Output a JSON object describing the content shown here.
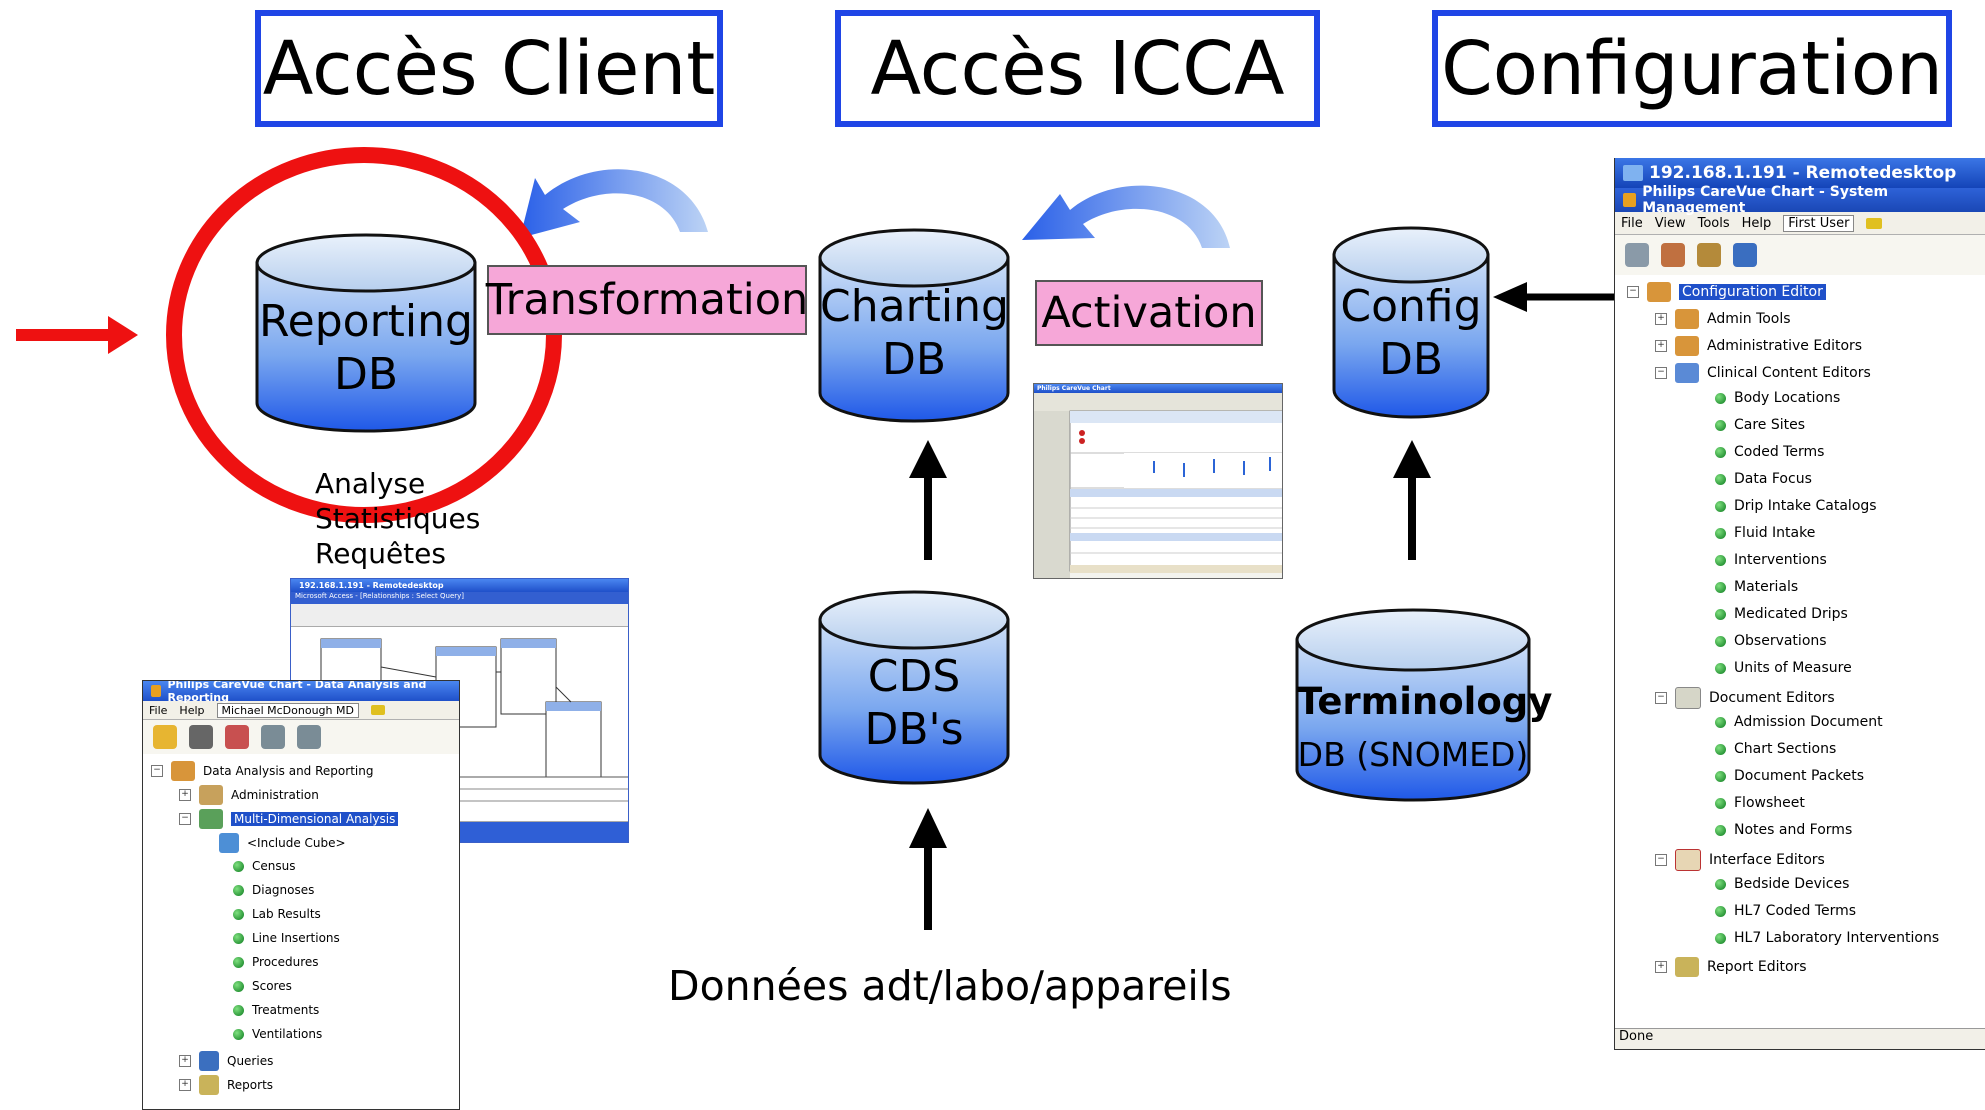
{
  "headers": {
    "client": "Accès Client",
    "icca": "Accès ICCA",
    "configuration": "Configuration"
  },
  "databases": {
    "reporting": {
      "line1": "Reporting",
      "line2": "DB"
    },
    "charting": {
      "line1": "Charting",
      "line2": "DB"
    },
    "config": {
      "line1": "Config",
      "line2": "DB"
    },
    "cds": {
      "line1": "CDS",
      "line2": "DB's"
    },
    "terminology": {
      "line1": "Terminology",
      "line2": "DB (SNOMED)"
    }
  },
  "processes": {
    "transformation": "Transformation",
    "activation": "Activation"
  },
  "reporting_uses": [
    "Analyse",
    "Statistiques",
    "Requêtes"
  ],
  "data_sources": "Données adt/labo/appareils",
  "colors": {
    "header_border": "#1f45e6",
    "process_fill": "#f6a7d8",
    "highlight_circle": "#ee1111",
    "cylinder_top": "#bfd5f3",
    "cylinder_bottom": "#1f58e8"
  },
  "config_window": {
    "remote_title": "192.168.1.191 - Remotedesktop",
    "app_title": "Philips CareVue Chart - System Management",
    "menu": [
      "File",
      "View",
      "Tools",
      "Help"
    ],
    "user": "First User",
    "root": "Configuration Editor",
    "groups": [
      {
        "label": "Admin Tools"
      },
      {
        "label": "Administrative Editors"
      },
      {
        "label": "Clinical Content Editors"
      }
    ],
    "clinical_items": [
      "Body Locations",
      "Care Sites",
      "Coded Terms",
      "Data Focus",
      "Drip Intake Catalogs",
      "Fluid Intake",
      "Interventions",
      "Materials",
      "Medicated Drips",
      "Observations",
      "Units of Measure"
    ],
    "document_group": "Document Editors",
    "document_items": [
      "Admission Document",
      "Chart Sections",
      "Document Packets",
      "Flowsheet",
      "Notes and Forms"
    ],
    "interface_group": "Interface Editors",
    "interface_items": [
      "Bedside Devices",
      "HL7 Coded Terms",
      "HL7 Laboratory Interventions"
    ],
    "report_group": "Report Editors",
    "status": "Done"
  },
  "reporting_window": {
    "app_title": "Philips CareVue Chart - Data Analysis and Reporting",
    "menu": [
      "File",
      "Help"
    ],
    "user": "Michael McDonough MD",
    "root": "Data Analysis and Reporting",
    "administration": "Administration",
    "mda": "Multi-Dimensional Analysis",
    "include_cube": "<Include Cube>",
    "mda_items": [
      "Census",
      "Diagnoses",
      "Lab Results",
      "Line Insertions",
      "Procedures",
      "Scores",
      "Treatments",
      "Ventilations"
    ],
    "queries": "Queries",
    "reports": "Reports"
  },
  "access_window": {
    "title": "192.168.1.191 - Remotedesktop",
    "subtitle": "Microsoft Access - [Relationships : Select Query]"
  },
  "chart_window": {
    "title": "Philips CareVue Chart"
  }
}
